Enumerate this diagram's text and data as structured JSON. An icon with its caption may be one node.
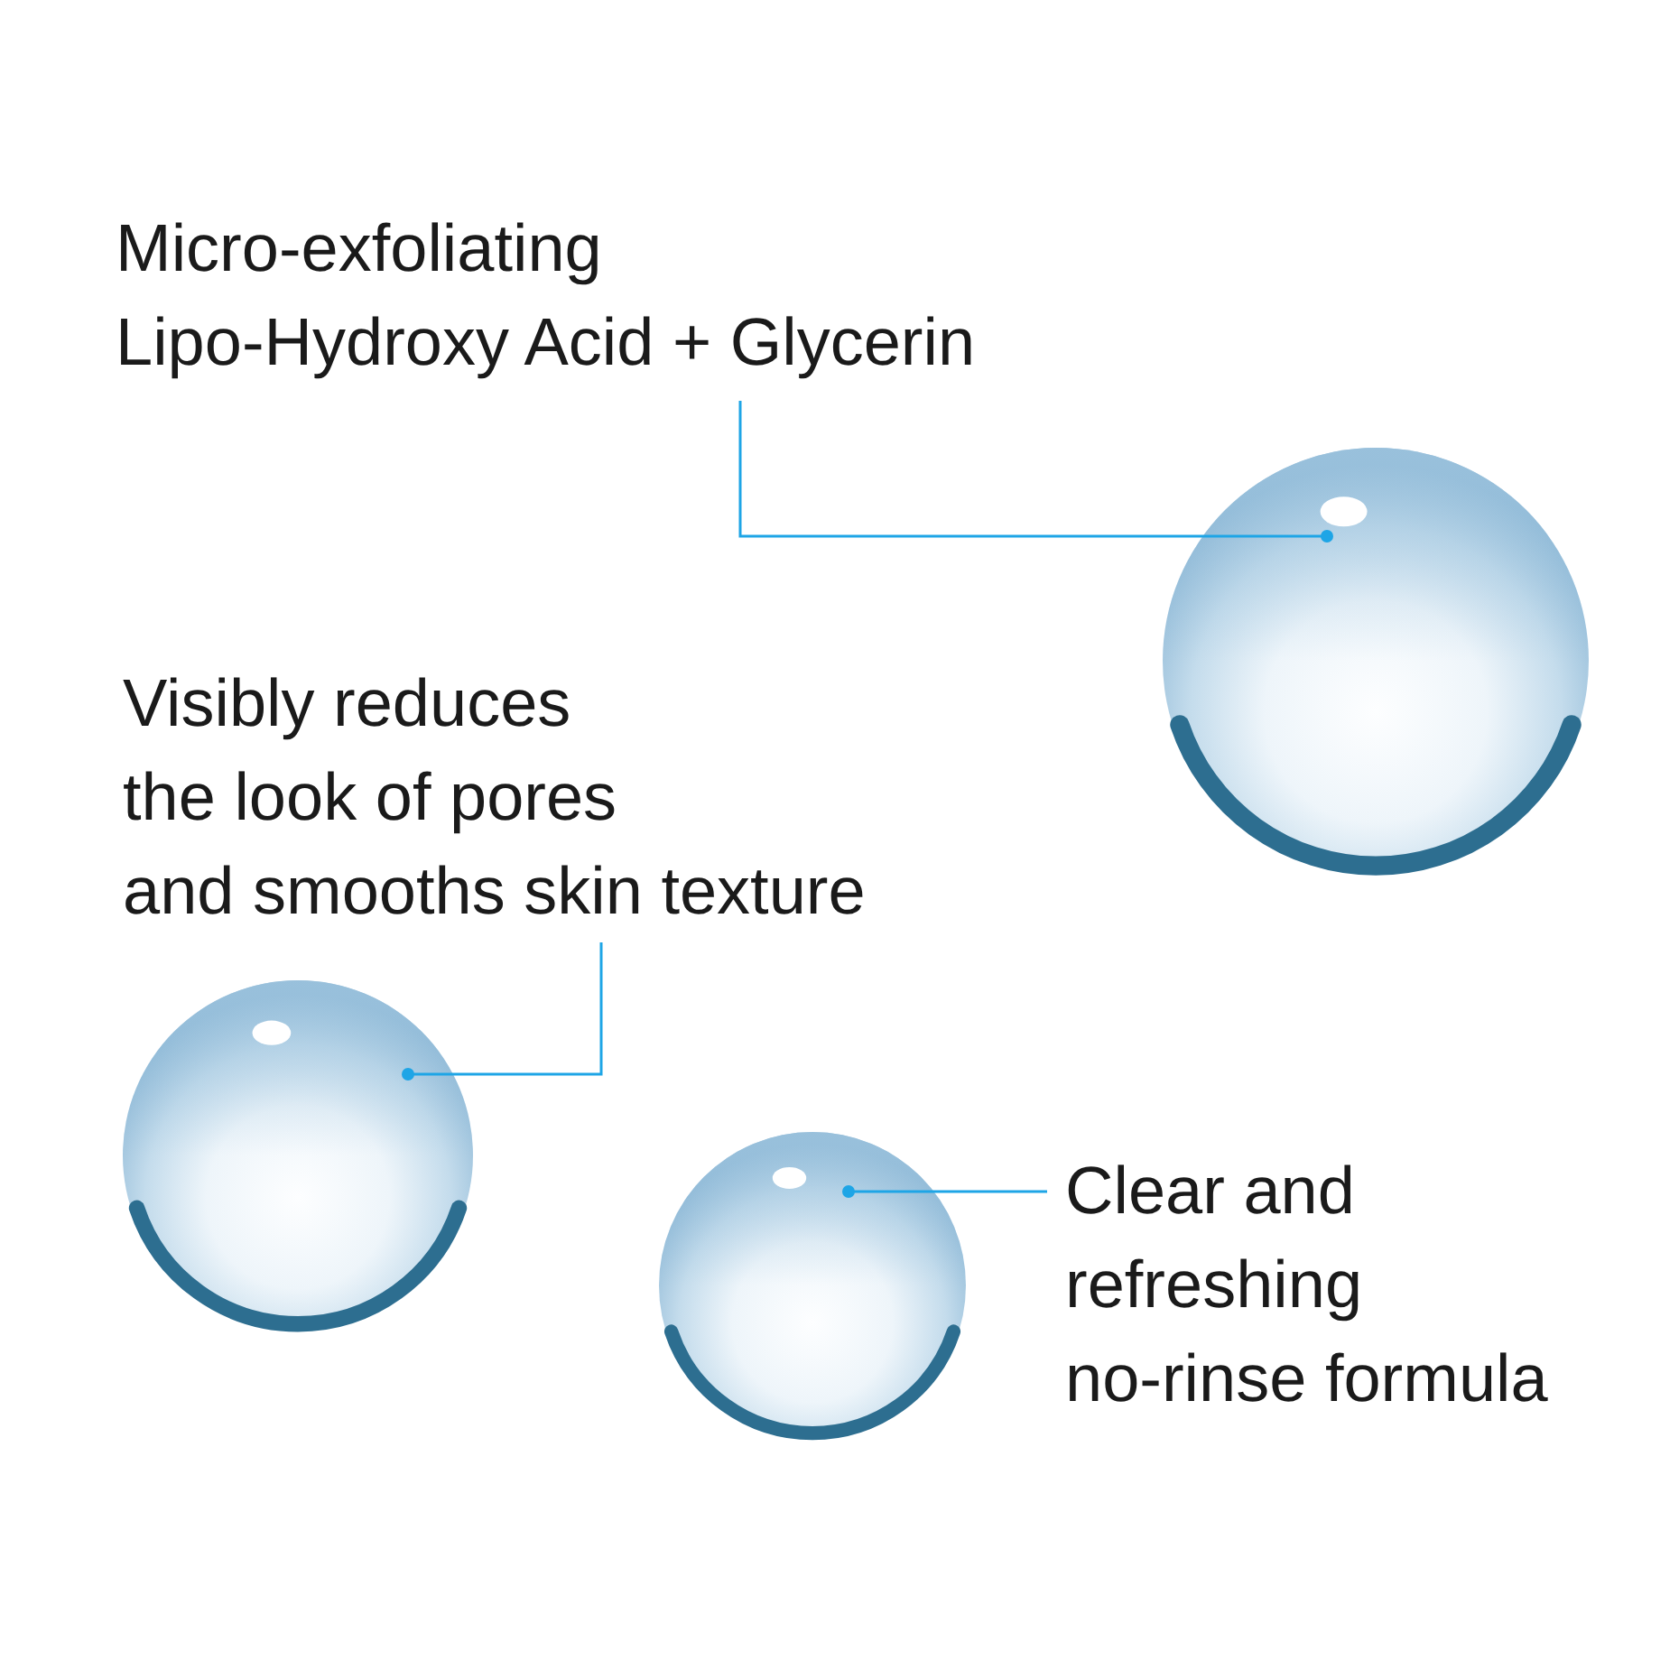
{
  "diagram": {
    "nodes": [
      {
        "text": [
          "Micro-exfoliating Lipo-Hydroxy Acid + Glycerin"
        ]
      },
      {
        "text": [],
        "shape": "picture"
      },
      {
        "text": [
          "Visibly reduces the look of pores and smooths skin texture"
        ]
      },
      {
        "text": [],
        "shape": "picture"
      },
      {
        "text": [],
        "shape": "picture"
      },
      {
        "text": [
          "Clear and refreshing no-rinse formula"
        ]
      }
    ],
    "edges": [
      {
        "from": 0,
        "to": 1,
        "arrow": "other"
      },
      {
        "from": 2,
        "to": 3,
        "arrow": "other"
      },
      {
        "from": 5,
        "to": 4,
        "arrow": "other"
      }
    ]
  }
}
